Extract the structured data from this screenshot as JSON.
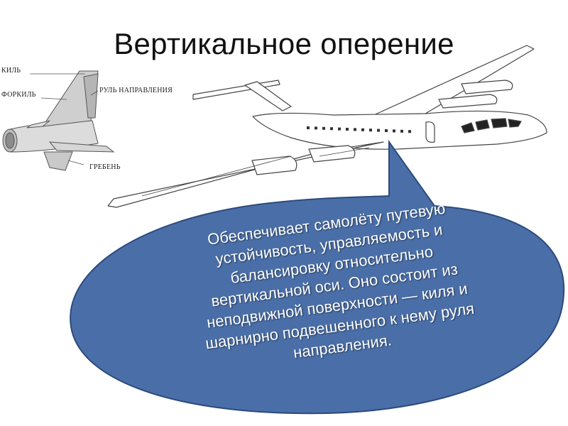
{
  "title": "Вертикальное оперение",
  "fin_diagram": {
    "labels": {
      "kil": "КИЛЬ",
      "forkil": "ФОРКИЛЬ",
      "rul": "РУЛЬ НАПРАВЛЕНИЯ",
      "greben": "ГРЕБЕНЬ"
    }
  },
  "callout": {
    "lines": [
      "Обеспечивает самолёту путевую",
      "устойчивость, управляемость и",
      "балансировку относительно",
      "вертикальной оси. Оно состоит из",
      "неподвижной поверхности — киля и",
      "шарнирно подвешенного к нему руля",
      "направления."
    ],
    "fill_color": "#4a6fa8",
    "stroke_color": "#2c4a7c"
  }
}
